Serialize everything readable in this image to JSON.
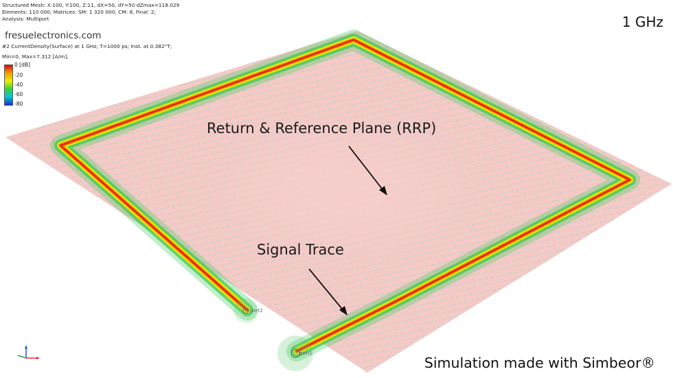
{
  "header": {
    "line1": "Structured Mesh: X:100, Y:100, Z:11, dX=50, dY=50 dZmax=118.029",
    "line2": "Elements: 110 000; Matrices: SM: 1 320 000, CM: 8, Final: 2;",
    "line3": "Analysis: Multiport",
    "line4": "#2 CurrentDensity(Surface) at 1 GHz; T=1000 ps; Inst. at      0.382\"T;",
    "line5": "Min=0, Max=7.312 [A/m];"
  },
  "watermark": "fresuelectronics.com",
  "frequency": "1 GHz",
  "colorbar": {
    "ticks": [
      "0 [dB]",
      "-20",
      "-40",
      "-60",
      "-80"
    ],
    "colors": [
      "#e8000a",
      "#f5a000",
      "#e8ee00",
      "#39d23a",
      "#00c8d8",
      "#1030d0"
    ]
  },
  "annotations": {
    "rrp": "Return & Reference Plane (RRP)",
    "signal": "Signal Trace"
  },
  "ports": {
    "port1": "port1",
    "port2": "port2"
  },
  "credit": "Simulation made with Simbeor®",
  "colors": {
    "plane": "#f4c9c6",
    "trace_core": "#e62a10",
    "arrow_field": "#8fd0c0"
  }
}
